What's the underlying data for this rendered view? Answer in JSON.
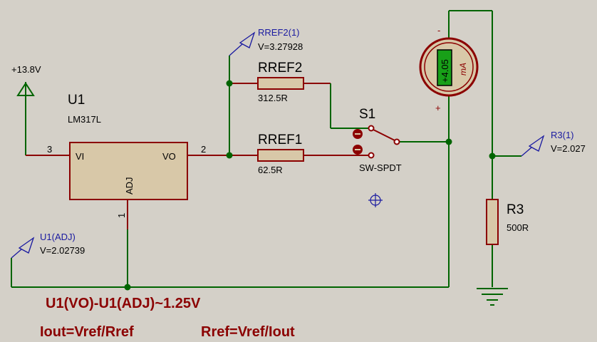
{
  "supply": {
    "label": "+13.8V"
  },
  "u1": {
    "name": "U1",
    "part": "LM317L",
    "pin_vi": "VI",
    "pin_vo": "VO",
    "pin_adj": "ADJ",
    "pin3": "3",
    "pin2": "2",
    "pin1": "1"
  },
  "rref2": {
    "name": "RREF2",
    "value": "312.5R"
  },
  "rref1": {
    "name": "RREF1",
    "value": "62.5R"
  },
  "s1": {
    "name": "S1",
    "part": "SW-SPDT"
  },
  "r3": {
    "name": "R3",
    "value": "500R"
  },
  "meter": {
    "reading": "+4.05",
    "unit": "mA",
    "minus": "-",
    "plus": "+"
  },
  "probes": {
    "rref2": {
      "name": "RREF2(1)",
      "value": "V=3.27928"
    },
    "u1adj": {
      "name": "U1(ADJ)",
      "value": "V=2.02739"
    },
    "r3": {
      "name": "R3(1)",
      "value": "V=2.027"
    }
  },
  "notes": {
    "line1": "U1(VO)-U1(ADJ)~1.25V",
    "line2a": "Iout=Vref/Rref",
    "line2b": "Rref=Vref/Iout"
  },
  "colors": {
    "background": "#d4d0c8",
    "wire": "#006400",
    "component": "#8b0000",
    "probe": "#1a1aa0",
    "meter_display": "#18a018"
  }
}
